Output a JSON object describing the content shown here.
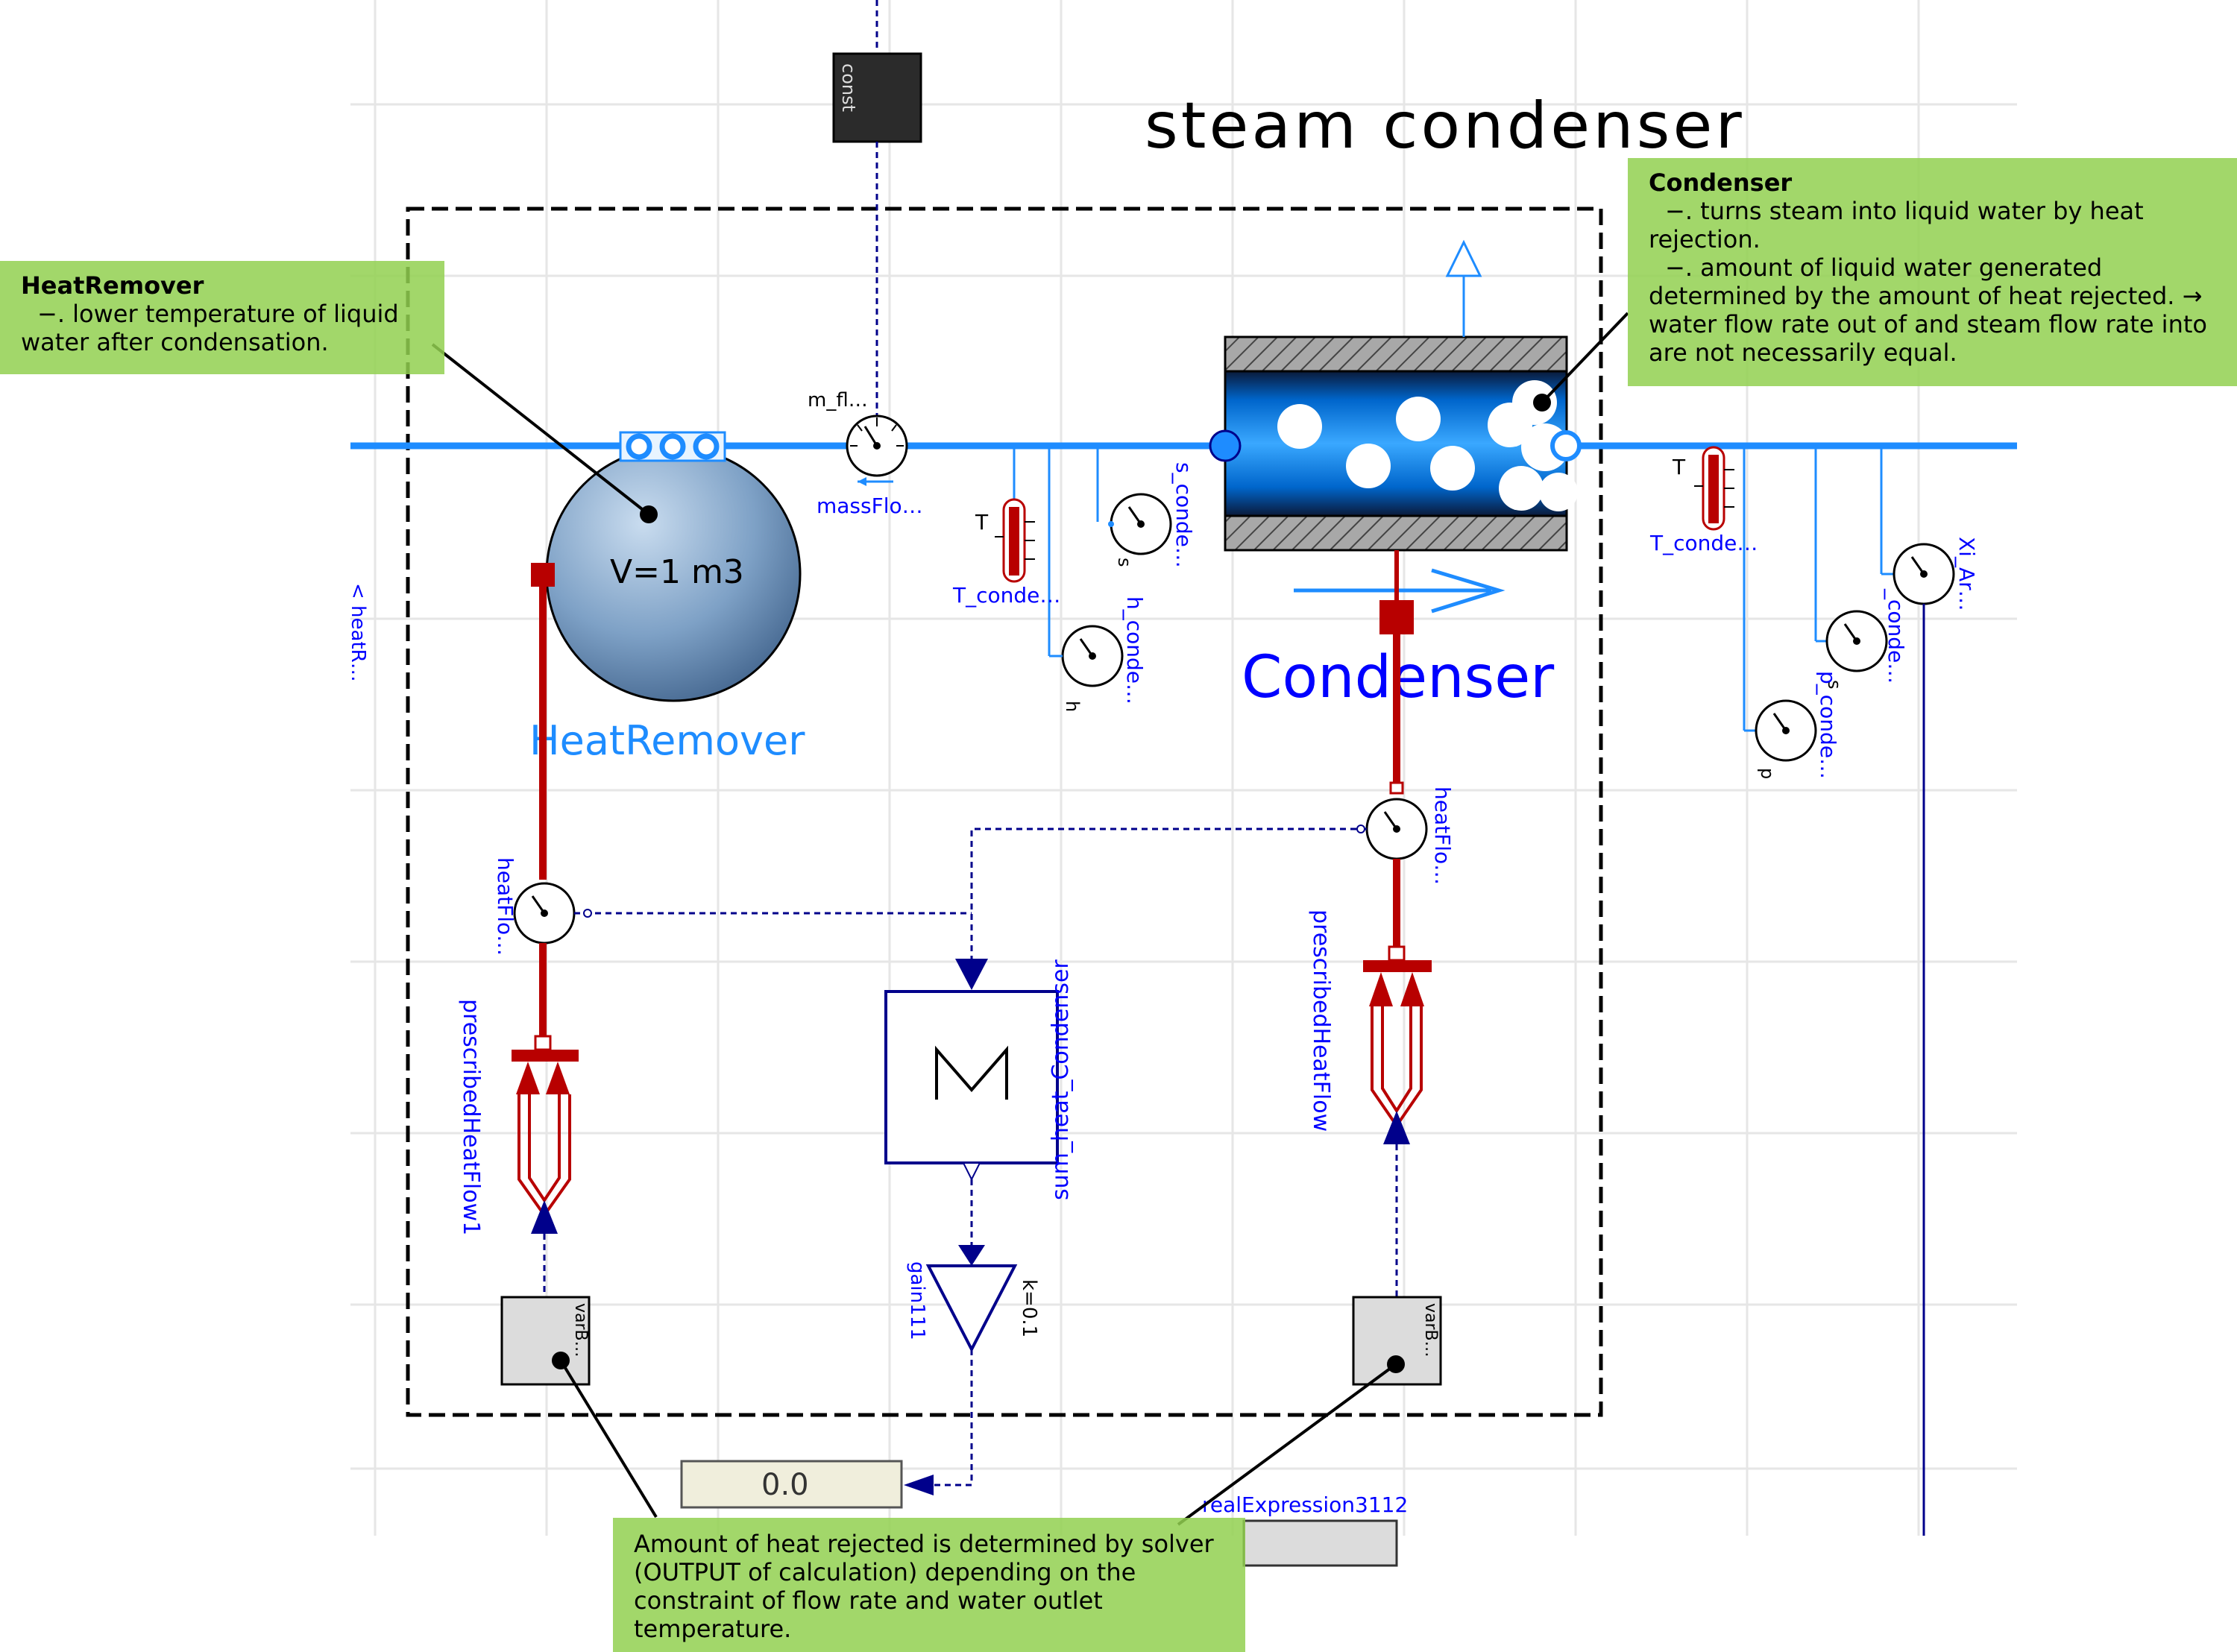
{
  "diagram": {
    "title": "steam condenser",
    "colors": {
      "pipe": "#1e8cff",
      "heat": "#b80000",
      "signal": "#00008b",
      "label": "#0000ff",
      "note": "#92d050",
      "grid": "#e6e6e6"
    },
    "components": {
      "top_block": "const",
      "volume_param": "V=1 m3",
      "heat_remover": "HeatRemover",
      "condenser": "Condenser",
      "mass_flow_top": "m_fl…",
      "mass_flow_bottom": "massFlo…",
      "t_conde_left_T": "T",
      "t_conde_left": "T_conde…",
      "s_conde": "s_conde…",
      "s_port": "s",
      "h_conde": "h_conde…",
      "h_port": "h",
      "t_conde_right_T": "T",
      "t_conde_right": "T_conde…",
      "xi_ar": "Xi_Ar…",
      "xi_conde": "_conde…",
      "p_conde": "p_conde…",
      "p_conde_s": "s",
      "p_port": "p",
      "heat_ref_left": "< heatR…",
      "heat_flow_left": "heatFlo…",
      "heat_flow_right": "heatFlo…",
      "prescribed_left": "prescribedHeatFlow1",
      "prescribed_right": "prescribedHeatFlow",
      "sum_block": "sum_heat_Condenser",
      "gain": "gain111",
      "gain_k": "k=0.1",
      "var_left": "varB…",
      "var_right": "varB…",
      "display_value": "0.0",
      "real_expression": "realExpression3112"
    },
    "notes": [
      {
        "title": "HeatRemover",
        "lines": [
          "−. lower temperature of liquid",
          "water after condensation."
        ]
      },
      {
        "title": "Condenser",
        "lines": [
          "−. turns steam into liquid water by heat",
          "rejection.",
          "−. amount of liquid water generated",
          "determined by the amount of heat rejected. →",
          "water flow rate out of and steam flow rate into",
          "are not necessarily equal."
        ]
      },
      {
        "title": "",
        "lines": [
          "Amount of heat rejected is determined by solver",
          "(OUTPUT of calculation) depending on the",
          "constraint of flow rate and water  outlet",
          "temperature."
        ]
      }
    ]
  }
}
